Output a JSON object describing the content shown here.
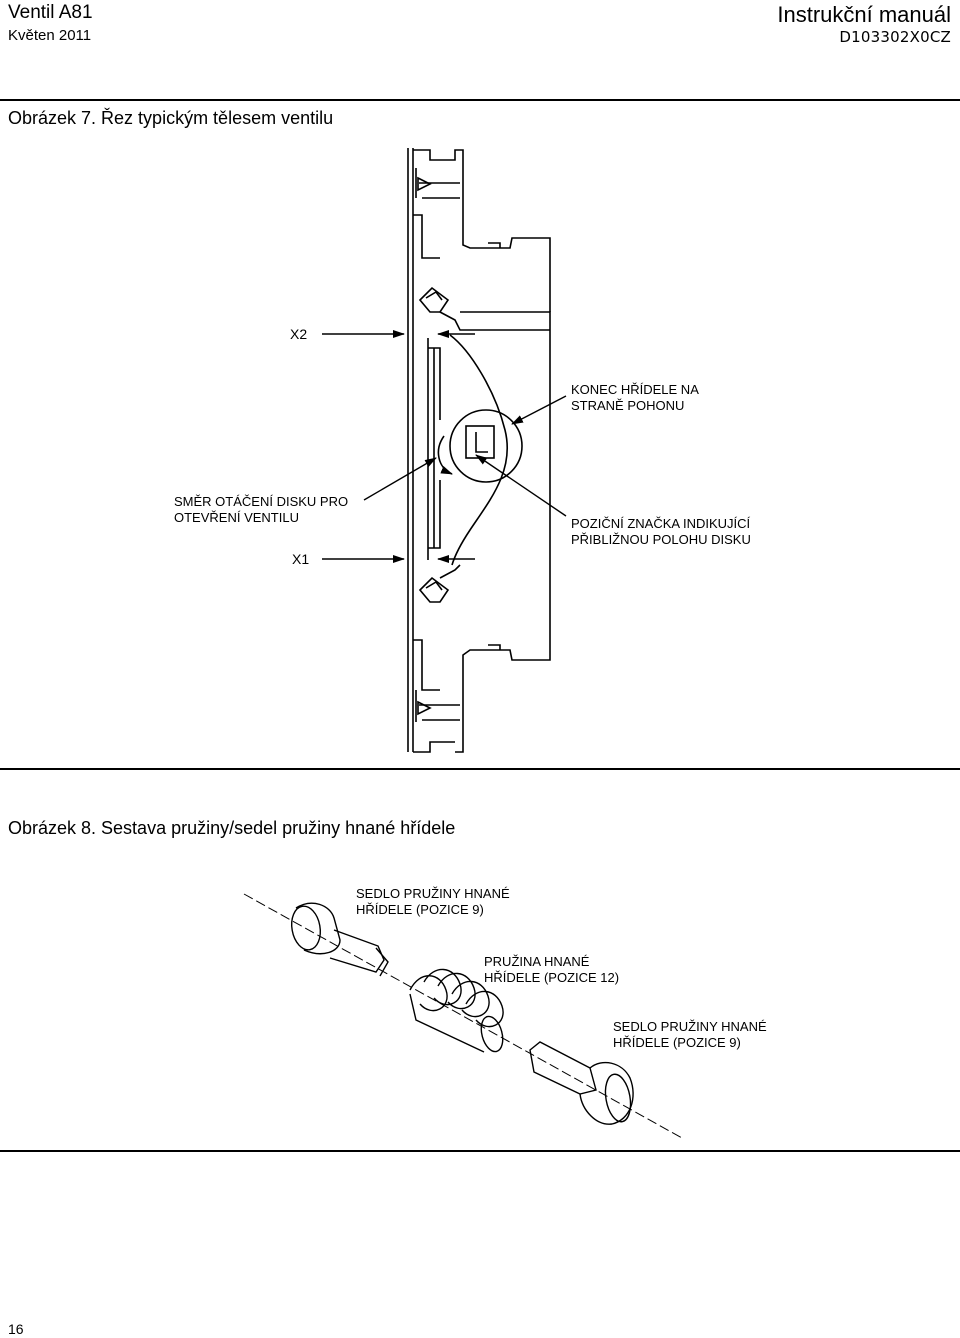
{
  "header": {
    "doc_title": "Ventil A81",
    "date": "Květen 2011",
    "manual_title": "Instrukční manuál",
    "doc_number": "D103302X0CZ"
  },
  "figure7": {
    "caption": "Obrázek 7. Řez typickým tělesem ventilu",
    "labels": {
      "x2": "X2",
      "shaft_end_line1": "KONEC HŘÍDELE NA",
      "shaft_end_line2": "STRANĚ POHONU",
      "rotation_line1": "SMĚR OTÁČENÍ DISKU PRO",
      "rotation_line2": "OTEVŘENÍ VENTILU",
      "mark_line1": "POZIČNÍ ZNAČKA INDIKUJÍCÍ",
      "mark_line2": "PŘIBLIŽNOU POLOHU DISKU",
      "x1": "X1"
    }
  },
  "figure8": {
    "caption": "Obrázek 8. Sestava pružiny/sedel pružiny hnané hřídele",
    "labels": {
      "seat_top_line1": "SEDLO PRUŽINY HNANÉ",
      "seat_top_line2": "HŘÍDELE (POZICE 9)",
      "spring_line1": "PRUŽINA HNANÉ",
      "spring_line2": "HŘÍDELE (POZICE 12)",
      "seat_bottom_line1": "SEDLO PRUŽINY HNANÉ",
      "seat_bottom_line2": "HŘÍDELE (POZICE 9)"
    }
  },
  "footer": {
    "page_number": "16"
  }
}
